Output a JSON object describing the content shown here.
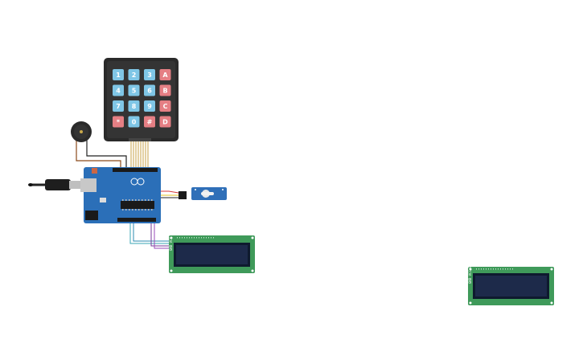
{
  "keypad": {
    "keys": [
      {
        "label": "1",
        "kind": "num"
      },
      {
        "label": "2",
        "kind": "num"
      },
      {
        "label": "3",
        "kind": "num"
      },
      {
        "label": "A",
        "kind": "fn"
      },
      {
        "label": "4",
        "kind": "num"
      },
      {
        "label": "5",
        "kind": "num"
      },
      {
        "label": "6",
        "kind": "num"
      },
      {
        "label": "B",
        "kind": "fn"
      },
      {
        "label": "7",
        "kind": "num"
      },
      {
        "label": "8",
        "kind": "num"
      },
      {
        "label": "9",
        "kind": "num"
      },
      {
        "label": "C",
        "kind": "fn"
      },
      {
        "label": "*",
        "kind": "fn"
      },
      {
        "label": "0",
        "kind": "num"
      },
      {
        "label": "#",
        "kind": "fn"
      },
      {
        "label": "D",
        "kind": "fn"
      }
    ]
  },
  "lcd": {
    "pins_label": "GND VCC SDA SCL"
  },
  "colors": {
    "key_num": "#7fc6e6",
    "key_fn": "#e57f84",
    "board": "#2b6fb8",
    "lcd_pcb": "#3f9a5a",
    "lcd_screen": "#1d2a4a"
  }
}
